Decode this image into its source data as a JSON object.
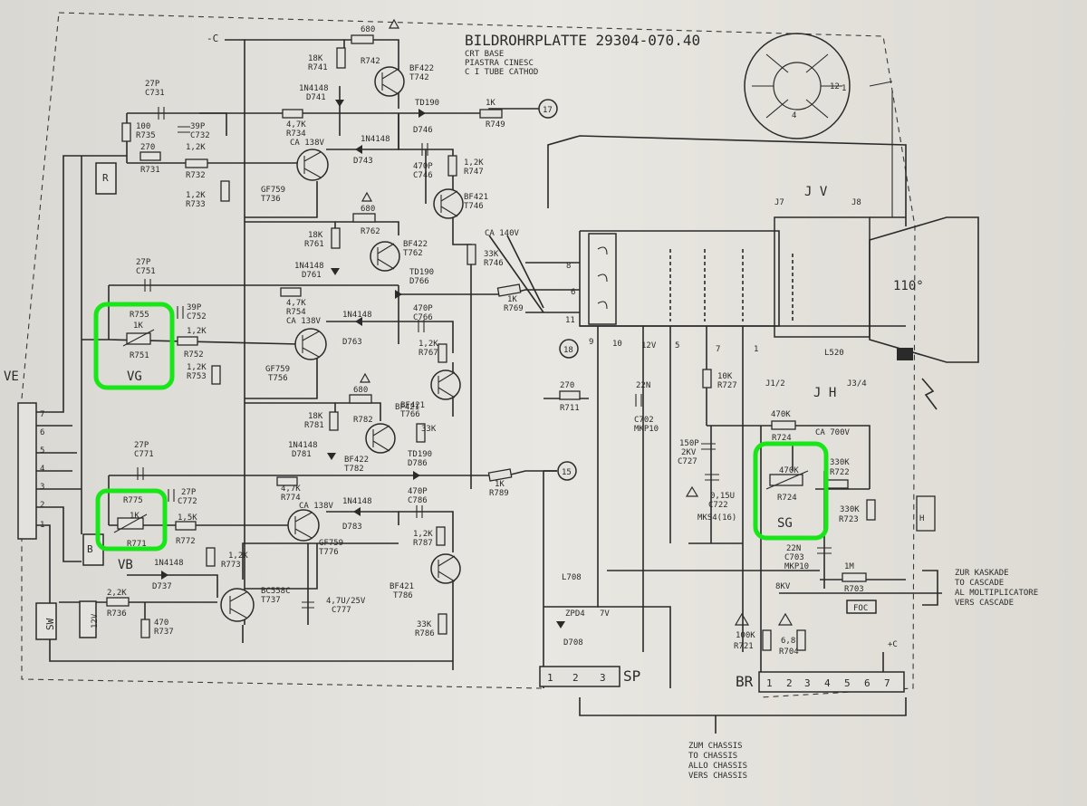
{
  "title": {
    "main": "BILDROHRPLATTE 29304-070.40",
    "sub1": "CRT BASE",
    "sub2": "PIASTRA CINESC",
    "sub3": "C I  TUBE CATHOD"
  },
  "highlights": {
    "vg": "VG",
    "vb": "VB",
    "sg": "SG"
  },
  "connectors": {
    "ve": "VE",
    "ve_pins": [
      "7",
      "6",
      "5",
      "4",
      "3",
      "2",
      "1"
    ],
    "sp": "SP",
    "sp_pins": [
      "1",
      "2",
      "3"
    ],
    "br": "BR",
    "br_pins": [
      "1",
      "2",
      "3",
      "4",
      "5",
      "6",
      "7"
    ],
    "r_box": "R",
    "b_box": "B",
    "sw_box": "SW",
    "v12_box": "12V",
    "foc_box": "FOC"
  },
  "tube": {
    "angle": "110°",
    "jv": "J V",
    "jh": "J H",
    "j7": "J7",
    "j8": "J8",
    "j12": "J1/2",
    "j34": "J3/4",
    "l520": "L520",
    "socket_12": "12",
    "socket_1": "1",
    "socket_4": "4",
    "pins": [
      "8",
      "6",
      "11",
      "9",
      "10",
      "12V",
      "5",
      "7",
      "1"
    ]
  },
  "labels": {
    "c_minus": "-C",
    "c_plus": "+C",
    "ca138_1": "CA 138V",
    "ca138_2": "CA 138V",
    "ca138_3": "CA 138V",
    "ca140": "CA 140V",
    "ca700": "CA 700V",
    "kv8": "8KV",
    "v7": "7V",
    "node17": "17",
    "node18": "18",
    "node15": "15",
    "l708": "L708",
    "zpd4": "ZPD4",
    "d708": "D708",
    "hs": "H"
  },
  "components": {
    "r741": [
      "18K",
      "R741"
    ],
    "r742": [
      "680",
      "R742"
    ],
    "t742": [
      "BF422",
      "T742"
    ],
    "d741": [
      "1N4148",
      "D741"
    ],
    "r734": [
      "4,7K",
      "R734"
    ],
    "d746": [
      "TD190",
      "D746"
    ],
    "r749": [
      "1K",
      "R749"
    ],
    "d743": [
      "1N4148",
      "D743"
    ],
    "c746": [
      "470P",
      "C746"
    ],
    "r747": [
      "1,2K",
      "R747"
    ],
    "t746": [
      "BF421",
      "T746"
    ],
    "t736": [
      "GF759",
      "T736"
    ],
    "c731": [
      "27P",
      "C731"
    ],
    "r735": [
      "100",
      "R735"
    ],
    "c732": [
      "39P",
      "C732"
    ],
    "r731": [
      "270",
      "R731"
    ],
    "r732": [
      "1,2K",
      "R732"
    ],
    "r733": [
      "1,2K",
      "R733"
    ],
    "r761": [
      "18K",
      "R761"
    ],
    "r762": [
      "680",
      "R762"
    ],
    "t762": [
      "BF422",
      "T762"
    ],
    "d761": [
      "1N4148",
      "D761"
    ],
    "r754": [
      "4,7K",
      "R754"
    ],
    "d766": [
      "TD190",
      "D766"
    ],
    "r769": [
      "1K",
      "R769"
    ],
    "r746": [
      "33K",
      "R746"
    ],
    "d763": [
      "1N4148",
      "D763"
    ],
    "c766": [
      "470P",
      "C766"
    ],
    "r767": [
      "1,2K",
      "R767"
    ],
    "t766": [
      "BF421",
      "T766"
    ],
    "t756": [
      "GF759",
      "T756"
    ],
    "c751": [
      "27P",
      "C751"
    ],
    "r755": [
      "R755"
    ],
    "r751": [
      "1K",
      "R751"
    ],
    "c752": [
      "39P",
      "C752"
    ],
    "r752": [
      "1,2K",
      "R752"
    ],
    "r753": [
      "1,2K",
      "R753"
    ],
    "r781": [
      "18K",
      "R781"
    ],
    "r782": [
      "680",
      "R782"
    ],
    "t782": [
      "BF422",
      "T782"
    ],
    "d781": [
      "1N4148",
      "D781"
    ],
    "r774": [
      "4,7K",
      "R774"
    ],
    "d786": [
      "TD190",
      "D786"
    ],
    "r789": [
      "1K",
      "R789"
    ],
    "r786": [
      "33K",
      "R786"
    ],
    "d783": [
      "1N4148",
      "D783"
    ],
    "c786": [
      "470P",
      "C786"
    ],
    "r787": [
      "1,2K",
      "R787"
    ],
    "t786": [
      "BF421",
      "T786"
    ],
    "t776": [
      "GF759",
      "T776"
    ],
    "c771": [
      "27P",
      "C771"
    ],
    "r775": [
      "R775"
    ],
    "r771": [
      "1K",
      "R771"
    ],
    "c772": [
      "27P",
      "C772"
    ],
    "r772": [
      "1,5K",
      "R772"
    ],
    "r773": [
      "1,2K",
      "R773"
    ],
    "d737": [
      "1N4148",
      "D737"
    ],
    "r736": [
      "2,2K",
      "R736"
    ],
    "r737": [
      "470",
      "R737"
    ],
    "t737": [
      "BC558C",
      "T737"
    ],
    "c777": [
      "4,7U/25V",
      "C777"
    ],
    "r711": [
      "270",
      "R711"
    ],
    "c702": [
      "22N",
      "C702",
      "MKP10"
    ],
    "r727": [
      "10K",
      "R727"
    ],
    "c727": [
      "150P",
      "2KV",
      "C727"
    ],
    "c722": [
      "0,15U",
      "C722",
      "MKS4(16)"
    ],
    "r724a": [
      "470K",
      "R724"
    ],
    "r724": [
      "470K",
      "R724"
    ],
    "r722": [
      "330K",
      "R722"
    ],
    "r723": [
      "330K",
      "R723"
    ],
    "c703": [
      "22N",
      "C703",
      "MKP10"
    ],
    "r703": [
      "1M",
      "R703"
    ],
    "r721": [
      "100K",
      "R721"
    ],
    "r704": [
      "6,8",
      "R704"
    ]
  },
  "cascade": [
    "ZUR KASKADE",
    "TO CASCADE",
    "AL MOLTIPLICATORE",
    "VERS CASCADE"
  ],
  "chassis": [
    "ZUM CHASSIS",
    "TO CHASSIS",
    "ALLO CHASSIS",
    "VERS CHASSIS"
  ]
}
